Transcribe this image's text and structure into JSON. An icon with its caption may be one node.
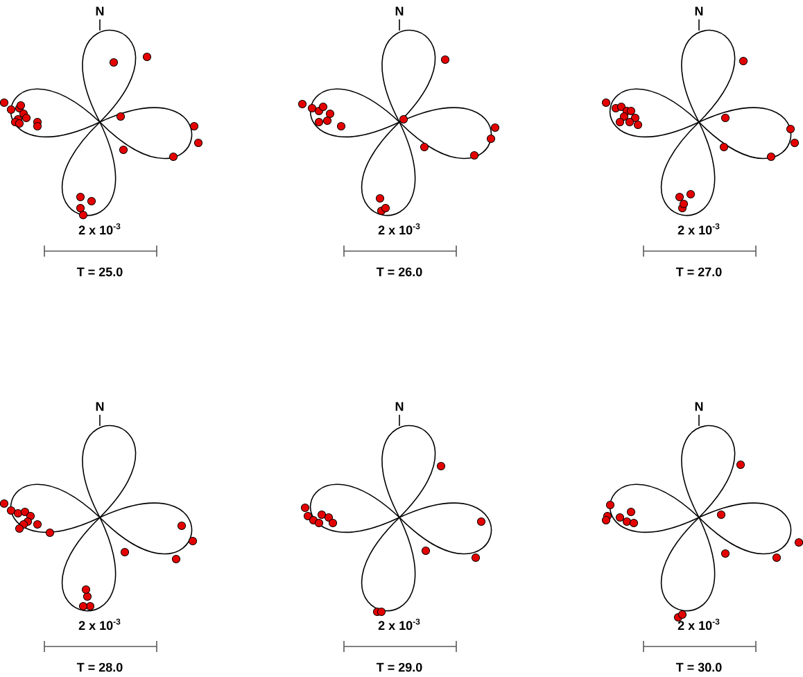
{
  "diagram": {
    "labels": [
      "N",
      "N",
      "N",
      "2 x 10$^{-3}$",
      "2 x 10$^{-3}$",
      "2 x 10$^{-3}$",
      "T = 25.0",
      "T = 26.0",
      "T = 27.0",
      "N",
      "N",
      "N",
      "2 x 10$^{-3}$",
      "2 x 10$^{-3}$",
      "2 x 10$^{-3}$",
      "T = 28.0",
      "T = 29.0",
      "T = 30.0"
    ]
  }
}
